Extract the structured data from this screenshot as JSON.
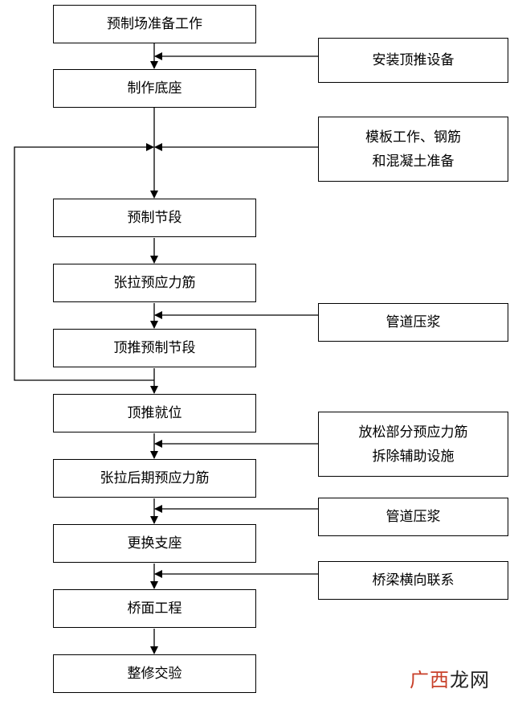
{
  "flowchart": {
    "main_steps": [
      "预制场准备工作",
      "制作底座",
      "预制节段",
      "张拉预应力筋",
      "顶推预制节段",
      "顶推就位",
      "张拉后期预应力筋",
      "更换支座",
      "桥面工程",
      "整修交验"
    ],
    "side_inputs": [
      {
        "lines": [
          "安装顶推设备"
        ]
      },
      {
        "lines": [
          "模板工作、钢筋",
          "和混凝土准备"
        ]
      },
      {
        "lines": [
          "管道压浆"
        ]
      },
      {
        "lines": [
          "放松部分预应力筋",
          "拆除辅助设施"
        ]
      },
      {
        "lines": [
          "管道压浆"
        ]
      },
      {
        "lines": [
          "桥梁横向联系"
        ]
      }
    ]
  },
  "watermark": {
    "accent": "广西",
    "rest": "龙网"
  }
}
